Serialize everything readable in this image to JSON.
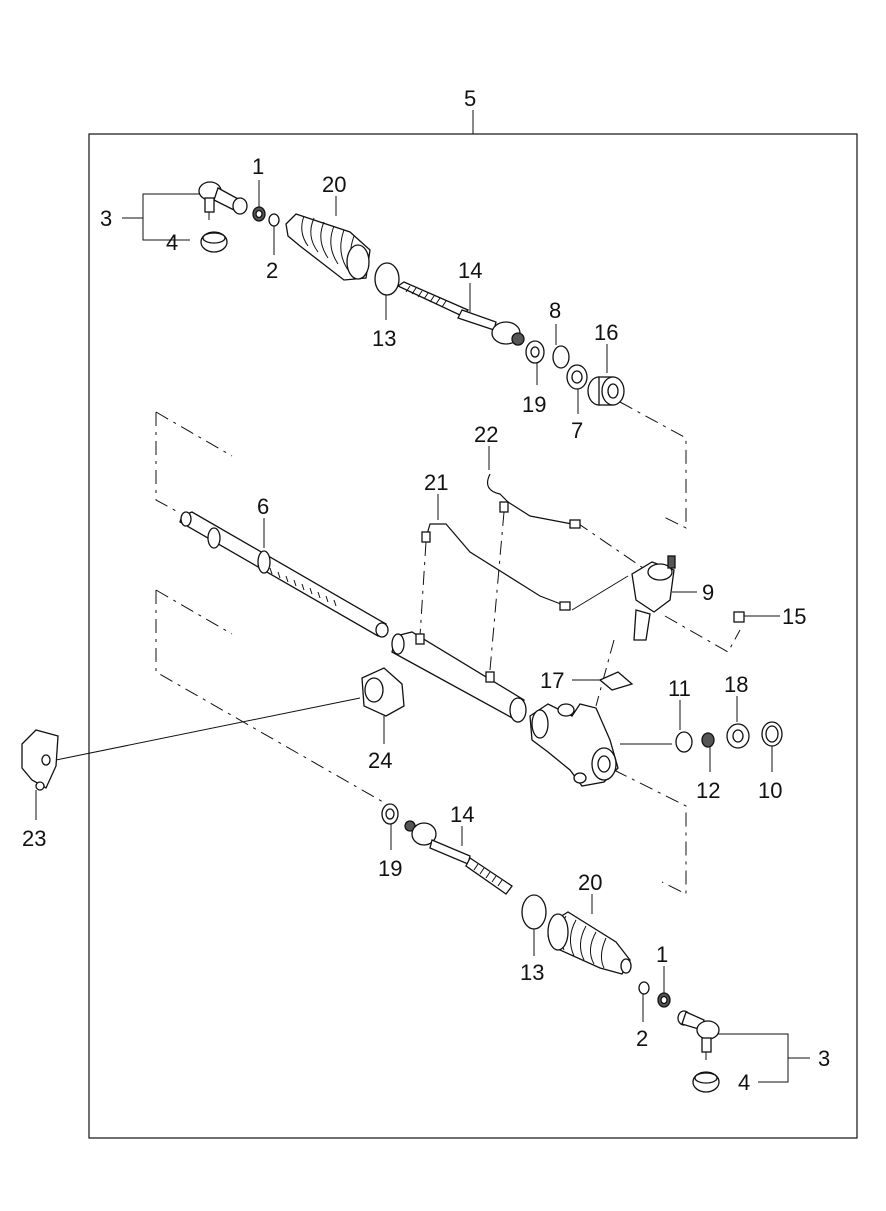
{
  "diagram": {
    "labels": {
      "l1a": "1",
      "l1b": "1",
      "l2a": "2",
      "l2b": "2",
      "l3a": "3",
      "l3b": "3",
      "l4a": "4",
      "l4b": "4",
      "l5": "5",
      "l6": "6",
      "l7": "7",
      "l8": "8",
      "l9": "9",
      "l10": "10",
      "l11": "11",
      "l12": "12",
      "l13a": "13",
      "l13b": "13",
      "l14a": "14",
      "l14b": "14",
      "l15": "15",
      "l16": "16",
      "l17": "17",
      "l18": "18",
      "l19a": "19",
      "l19b": "19",
      "l20a": "20",
      "l20b": "20",
      "l21": "21",
      "l22": "22",
      "l23": "23",
      "l24": "24"
    }
  }
}
